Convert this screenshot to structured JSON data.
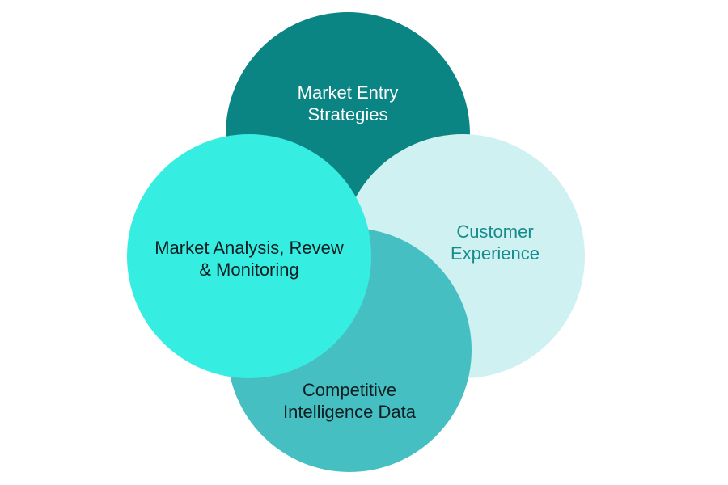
{
  "nodes": [
    {
      "id": "market-entry-strategies",
      "lines": [
        "Market Entry",
        "Strategies"
      ],
      "fill": "#0b8484",
      "text_color": "#ffffff"
    },
    {
      "id": "customer-experience",
      "lines": [
        "Customer",
        "Experience"
      ],
      "fill": "#cff1f1",
      "text_color": "#168b8b"
    },
    {
      "id": "competitive-intelligence-data",
      "lines": [
        "Competitive",
        "Intelligence Data"
      ],
      "fill": "#46bfc2",
      "text_color": "#0d1f22"
    },
    {
      "id": "market-analysis-review-monitoring",
      "lines": [
        "Market Analysis, Revew",
        "& Monitoring"
      ],
      "fill": "#35ede0",
      "text_color": "#0d1f22"
    }
  ]
}
